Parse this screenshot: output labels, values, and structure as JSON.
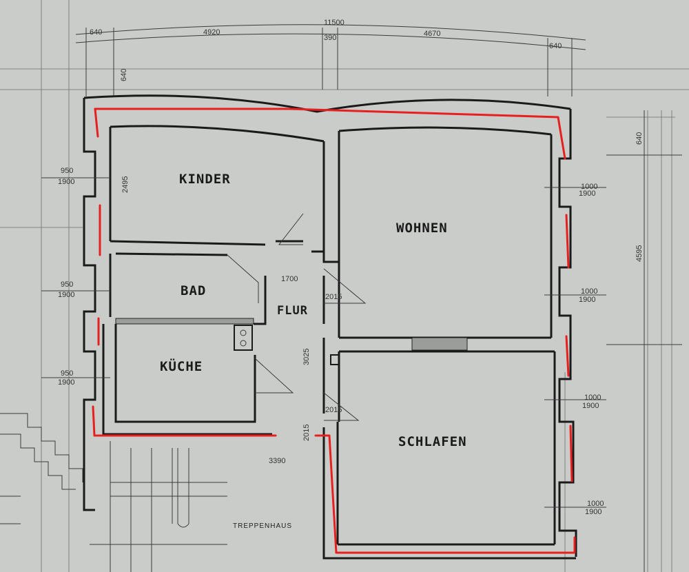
{
  "rooms": {
    "kinder": "KINDER",
    "wohnen": "WOHNEN",
    "bad": "BAD",
    "kueche": "KÜCHE",
    "flur": "FLUR",
    "schlafen": "SCHLAFEN",
    "treppenhaus": "TREPPENHAUS"
  },
  "dimensions": {
    "top_total": "11500",
    "top_left_wall": "640",
    "top_left_room": "4920",
    "top_mid_wall": "390",
    "top_right_room": "4670",
    "top_right_wall": "640",
    "corner_left": "640",
    "right_top": "640",
    "right_height": "4595",
    "kinder_height": "2495",
    "window_left_1_a": "950",
    "window_left_1_b": "1900",
    "window_left_2_a": "950",
    "window_left_2_b": "1900",
    "window_left_3_a": "950",
    "window_left_3_b": "1900",
    "window_right_1_a": "1000",
    "window_right_1_b": "1900",
    "window_right_2_a": "1000",
    "window_right_2_b": "1900",
    "window_right_3_a": "1000",
    "window_right_3_b": "1900",
    "window_right_4_a": "1000",
    "window_right_4_b": "1900",
    "door_a": "1700",
    "door_b": "2015",
    "door_c": "2015",
    "door_d": "2015",
    "flur_height": "3025",
    "stair_width": "3390"
  },
  "colors": {
    "paper": "#c9ccc9",
    "ink": "#1a1a1a",
    "redline": "#e6201f"
  }
}
